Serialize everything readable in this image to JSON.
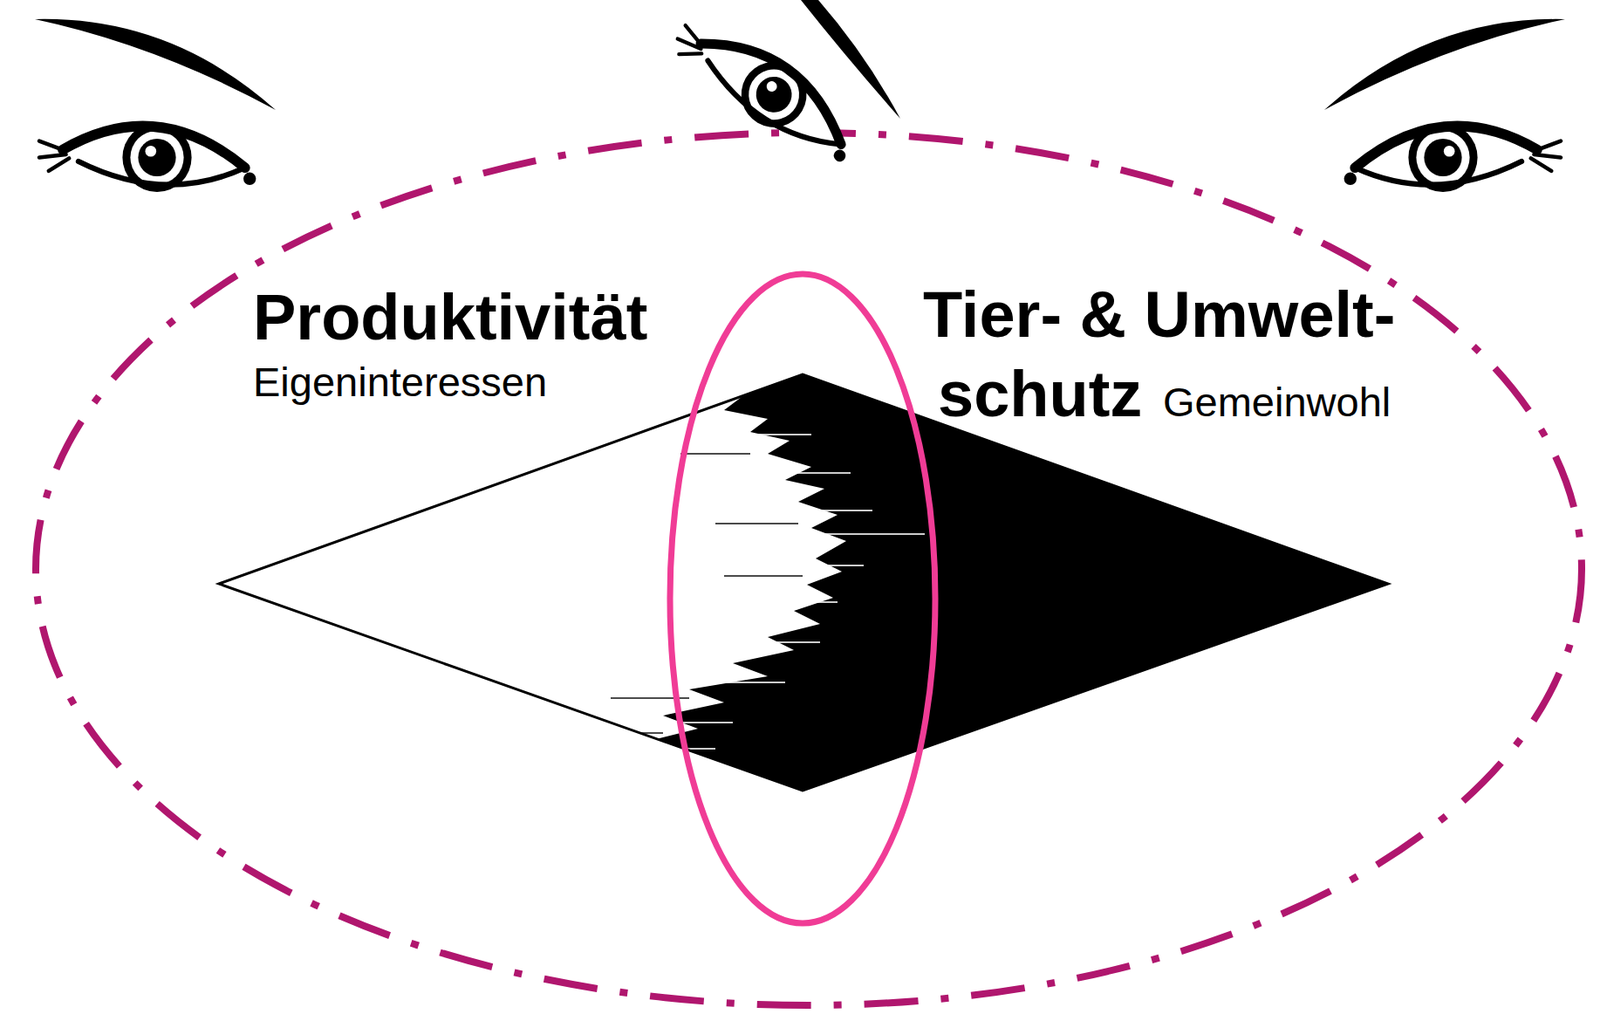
{
  "diagram": {
    "labels": [
      "Produktivität",
      "Eigeninteressen",
      "Tier- & Umwelt- schutz",
      "Gemeinwohl"
    ]
  }
}
